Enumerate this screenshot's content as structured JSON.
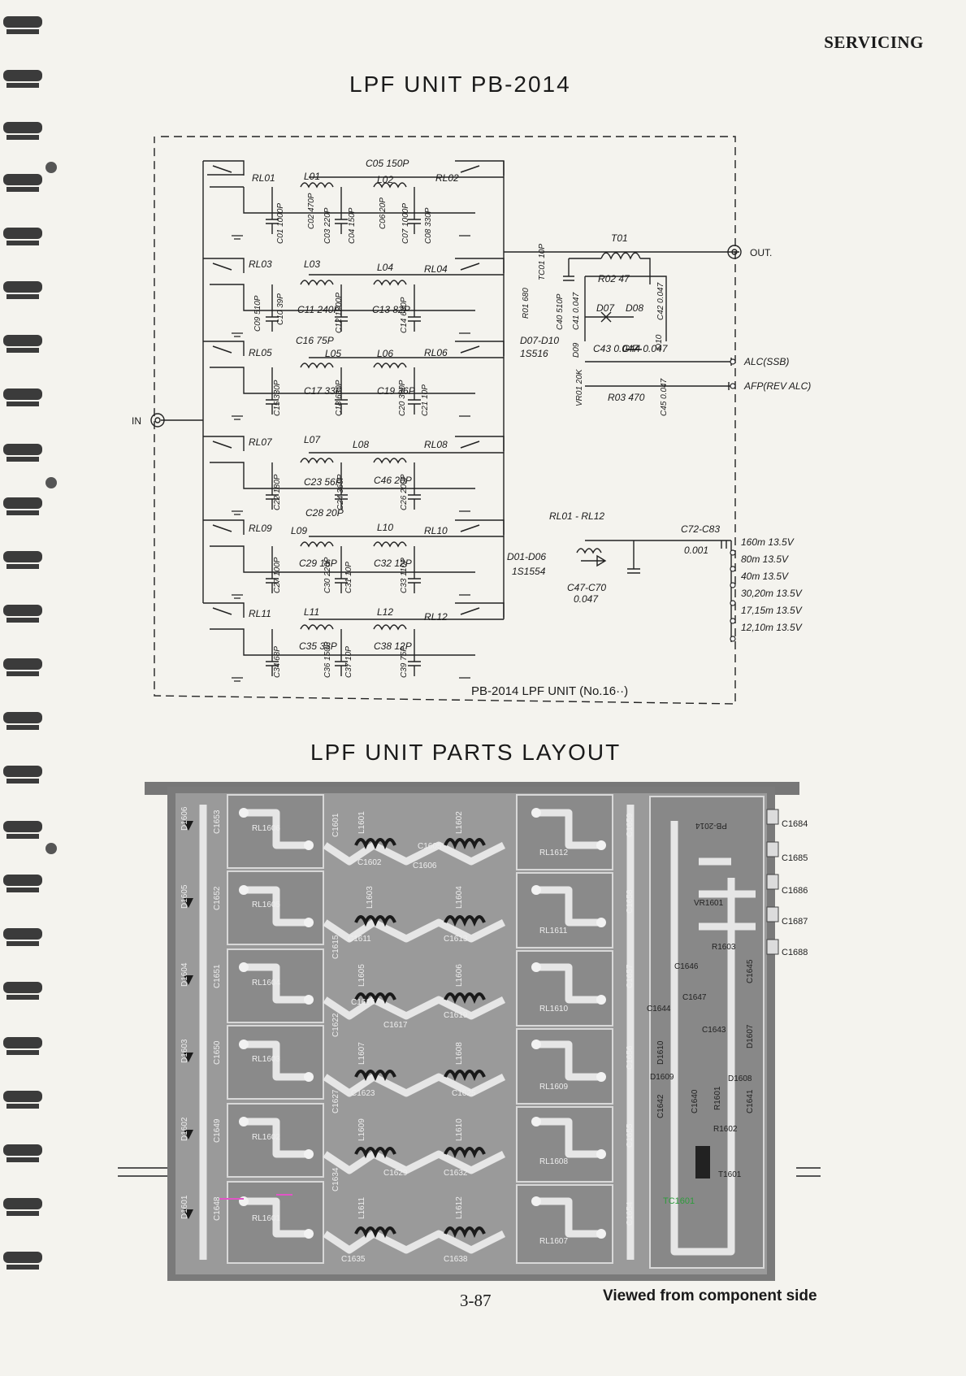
{
  "header": {
    "section": "SERVICING"
  },
  "schematic": {
    "title": "LPF UNIT PB-2014",
    "caption": "PB-2014 LPF UNIT (No.16··)",
    "ports": {
      "in": "IN",
      "out": "OUT.",
      "alc": "ALC(SSB)",
      "afp": "AFP(REV ALC)"
    },
    "relays": [
      "RL01",
      "RL02",
      "RL03",
      "RL04",
      "RL05",
      "RL06",
      "RL07",
      "RL08",
      "RL09",
      "RL10",
      "RL11",
      "RL12"
    ],
    "inductors": [
      "L01",
      "L02",
      "L03",
      "L04",
      "L05",
      "L06",
      "L07",
      "L08",
      "L09",
      "L10",
      "L11",
      "L12"
    ],
    "capacitors_row1": [
      "C01 1000P",
      "C02 470P",
      "C03 220P",
      "C04 150P",
      "C05 150P",
      "C06 20P",
      "C07 1000P",
      "C08 330P"
    ],
    "capacitors_row2": [
      "C09 510P",
      "C10 39P",
      "C11 240P",
      "C12 1200P",
      "C13 82P",
      "C14 680P"
    ],
    "capacitors_row3": [
      "C15 330P",
      "C16 75P",
      "C17 33P",
      "C18 680P",
      "C19 36P",
      "C20 360P",
      "C21 10P"
    ],
    "capacitors_row4": [
      "C22 180P",
      "C23 56P",
      "C24 360P",
      "C46 20P",
      "C26 200P"
    ],
    "capacitors_row5": [
      "C27 100P",
      "C28 20P",
      "C29 16P",
      "C30 220P",
      "C31 10P",
      "C32 12P",
      "C33 110P"
    ],
    "capacitors_row6": [
      "C34 68P",
      "C35 33P",
      "C36 150P",
      "C37 10P",
      "C38 12P",
      "C39 75P"
    ],
    "detector": {
      "t01": "T01",
      "tc01": "TC01 10P",
      "r01": "R01 680",
      "c40": "C40 510P",
      "c41": "C41 0.047",
      "r02": "R02 47",
      "c42": "C42 0.047",
      "d07": "D07",
      "d08": "D08",
      "d09": "D09",
      "d10": "D10",
      "diodes_note": "D07-D10",
      "diodes_type": "1S516",
      "c43": "C43 0.047",
      "c44": "C44 0.047",
      "vr01": "VR01 20K",
      "r03": "R03 470",
      "c45": "C45 0.047"
    },
    "relay_drive": {
      "relay_note": "RL01 - RL12",
      "diodes_note": "D01-D06",
      "diodes_type": "1S1554",
      "caps_note": "C47-C70",
      "caps_value": "0.047",
      "bypass_note": "C72-C83",
      "bypass_value": "0.001",
      "bands": [
        "160m 13.5V",
        "80m 13.5V",
        "40m 13.5V",
        "30,20m 13.5V",
        "17,15m 13.5V",
        "12,10m 13.5V"
      ]
    }
  },
  "layout": {
    "title": "LPF UNIT PARTS LAYOUT",
    "board_mark": "PB-2014",
    "relays": [
      "RL1606",
      "RL1605",
      "RL1604",
      "RL1603",
      "RL1602",
      "RL1601",
      "RL1612",
      "RL1611",
      "RL1610",
      "RL1609",
      "RL1608",
      "RL1607"
    ],
    "diodes_left": [
      "D1606",
      "D1605",
      "D1604",
      "D1603",
      "D1602",
      "D1601"
    ],
    "caps_left": [
      "C1653",
      "C1652",
      "C1651",
      "C1650",
      "C1649",
      "C1648"
    ],
    "caps_inner": [
      "C1601",
      "C1615",
      "C1622",
      "C1627",
      "C1634"
    ],
    "inductors": [
      "L1601",
      "L1602",
      "L1603",
      "L1604",
      "L1605",
      "L1606",
      "L1607",
      "L1608",
      "L1609",
      "L1610",
      "L1611",
      "L1612"
    ],
    "caps_mid": [
      "C1602",
      "C1611",
      "C1613",
      "C1617",
      "C1619",
      "C1623",
      "C1625",
      "C1629",
      "C1632",
      "C1635",
      "C1638",
      "C1605",
      "C1606",
      "C1616"
    ],
    "caps_right": [
      "C1659",
      "C1658",
      "C1657",
      "C1656",
      "C1655",
      "C1654"
    ],
    "connectors": [
      "C1684",
      "C1685",
      "C1686",
      "C1687",
      "C1688"
    ],
    "detector_parts": [
      "VR1601",
      "R1603",
      "C1646",
      "C1647",
      "C1644",
      "C1643",
      "D1610",
      "D1609",
      "D1608",
      "D1607",
      "C1642",
      "C1640",
      "C1641",
      "R1601",
      "R1602",
      "T1601",
      "TC1601",
      "C1645"
    ],
    "page_number": "3-87",
    "note": "Viewed from component side"
  }
}
